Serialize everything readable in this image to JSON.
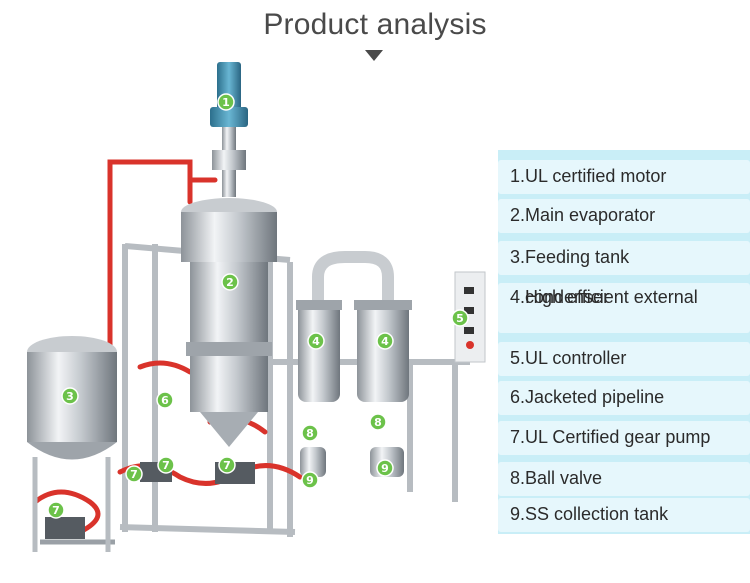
{
  "header": {
    "title": "Product analysis"
  },
  "components": [
    {
      "line1": "1.UL certified motor"
    },
    {
      "line1": "2.Main evaporator"
    },
    {
      "line1": "3.Feeding tank"
    },
    {
      "line1": "4.High efficient external",
      "line2": "condenser"
    },
    {
      "line1": "5.UL controller"
    },
    {
      "line1": "6.Jacketed pipeline"
    },
    {
      "line1": "7.UL Certified gear pump"
    },
    {
      "line1": "8.Ball valve"
    },
    {
      "line1": "9.SS collection tank"
    }
  ],
  "photo_markers": [
    "1",
    "2",
    "3",
    "4",
    "4",
    "5",
    "6",
    "7",
    "7",
    "7",
    "7",
    "8",
    "8",
    "9",
    "9"
  ],
  "colors": {
    "panel_bg": "#c9eef7",
    "item_bg": "#e6f7fc",
    "marker_green": "#6cc24a",
    "pipe_red": "#d9332b",
    "steel": "#c8ccd0",
    "motor_blue": "#3f8fb0"
  }
}
